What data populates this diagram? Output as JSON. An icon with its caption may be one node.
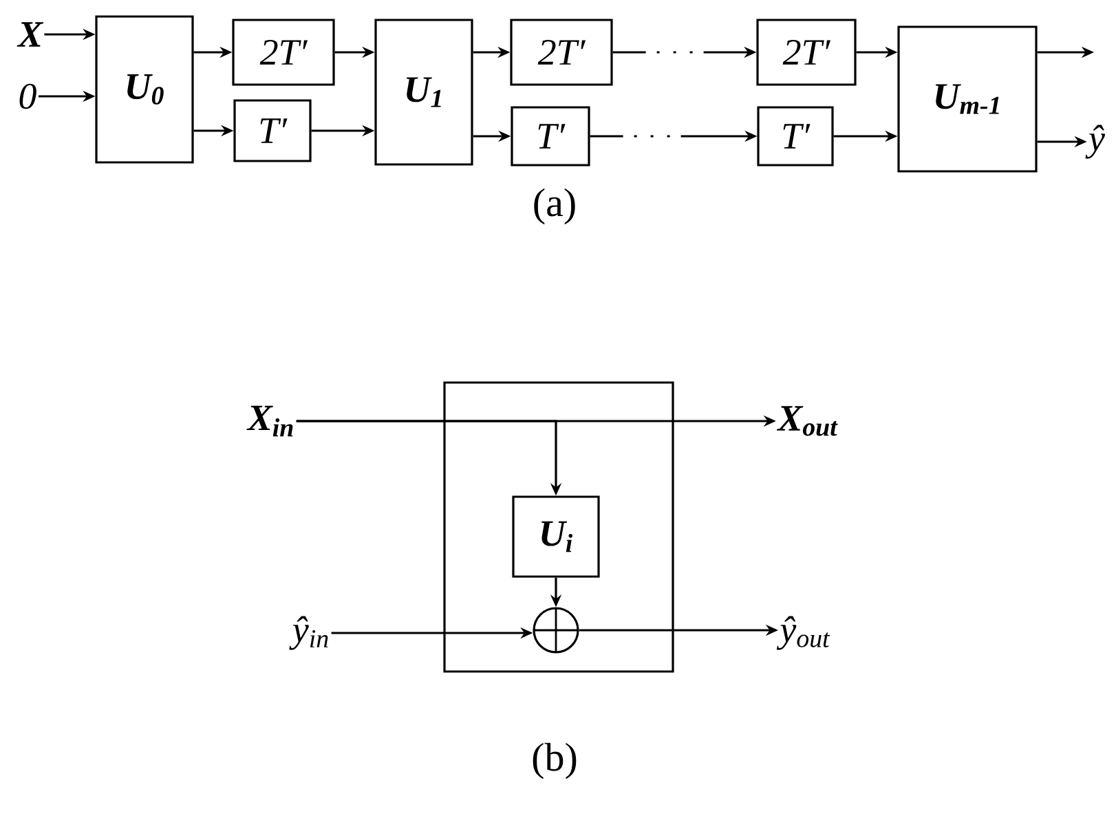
{
  "diagram": {
    "nodes": [
      {
        "text": [
          "X"
        ]
      },
      {
        "text": [
          "0"
        ]
      },
      {
        "text": [
          "U$_{0}$"
        ]
      },
      {
        "text": [
          "2T′"
        ]
      },
      {
        "text": [
          "T′"
        ]
      },
      {
        "text": [
          "U$_{1}$"
        ]
      },
      {
        "text": [
          "2T′"
        ]
      },
      {
        "text": [
          "T′"
        ]
      },
      {
        "text": [
          "2T′"
        ]
      },
      {
        "text": [
          "T′"
        ]
      },
      {
        "text": [
          "U$_{m-1}$"
        ]
      },
      {
        "text": [
          "ŷ"
        ]
      },
      {
        "text": [],
        "shape": "box"
      },
      {
        "text": [
          "X$_{in}$"
        ]
      },
      {
        "text": [
          "X$_{out}$"
        ]
      },
      {
        "text": [
          "U$_{i}$"
        ],
        "in": 12
      },
      {
        "text": [],
        "shape": "circle",
        "in": 12
      },
      {
        "text": [
          "ŷ$_{in}$"
        ]
      },
      {
        "text": [
          "ŷ$_{out}$"
        ]
      }
    ],
    "edges": [
      {
        "from": 0,
        "to": 2,
        "arrow": "to"
      },
      {
        "from": 1,
        "to": 2,
        "arrow": "to"
      },
      {
        "from": 2,
        "to": 3,
        "arrow": "to"
      },
      {
        "from": 2,
        "to": 4,
        "arrow": "to"
      },
      {
        "from": 3,
        "to": 5,
        "arrow": "to"
      },
      {
        "from": 4,
        "to": 5,
        "arrow": "to"
      },
      {
        "from": 5,
        "to": 6,
        "arrow": "to"
      },
      {
        "from": 5,
        "to": 7,
        "arrow": "to"
      },
      {
        "from": 6,
        "to": 8,
        "arrow": "to",
        "style": "dashed"
      },
      {
        "from": 7,
        "to": 9,
        "arrow": "to",
        "style": "dashed"
      },
      {
        "from": 8,
        "to": 10,
        "arrow": "to"
      },
      {
        "from": 9,
        "to": 10,
        "arrow": "to"
      },
      {
        "from": 10,
        "to": null,
        "arrow": "to"
      },
      {
        "from": 10,
        "to": 11,
        "arrow": "to"
      },
      {
        "from": 13,
        "to": 14,
        "arrow": "to"
      },
      {
        "from": 13,
        "to": 15,
        "arrow": "to"
      },
      {
        "from": 15,
        "to": 16,
        "arrow": "to"
      },
      {
        "from": 17,
        "to": 16,
        "arrow": "to"
      },
      {
        "from": 16,
        "to": 18,
        "arrow": "to"
      }
    ],
    "labels": [
      "(a)",
      "(b)"
    ]
  }
}
